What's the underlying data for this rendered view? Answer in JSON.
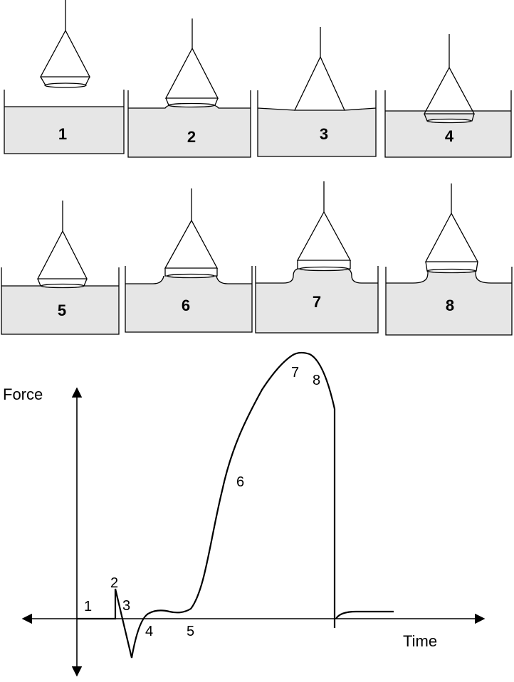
{
  "stages": [
    {
      "number": "1"
    },
    {
      "number": "2"
    },
    {
      "number": "3"
    },
    {
      "number": "4"
    },
    {
      "number": "5"
    },
    {
      "number": "6"
    },
    {
      "number": "7"
    },
    {
      "number": "8"
    }
  ],
  "graph": {
    "y_axis_label": "Force",
    "x_axis_label": "Time",
    "point_labels": [
      "1",
      "2",
      "3",
      "4",
      "5",
      "6",
      "7",
      "8"
    ]
  },
  "colors": {
    "liquid": "#e6e6e6",
    "line": "#000000"
  }
}
